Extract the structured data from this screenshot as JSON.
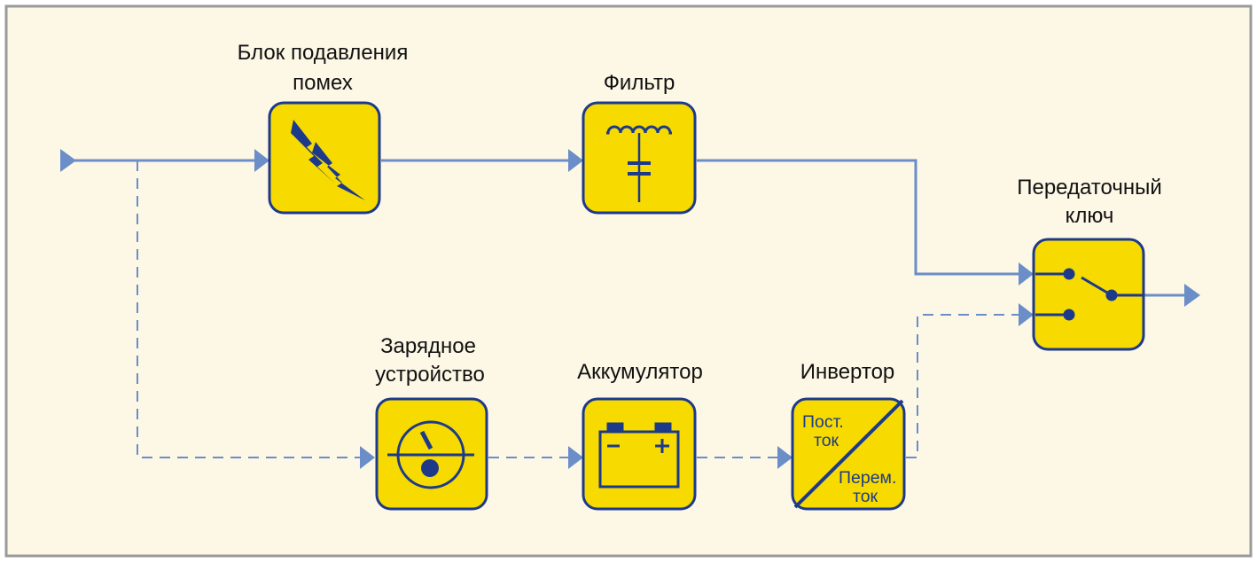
{
  "colors": {
    "background": "#fdf7e6",
    "frame": "#9a9a9a",
    "line": "#6b8ec8",
    "block_fill": "#f7da00",
    "block_stroke": "#1d3a8a",
    "icon": "#1d3a8a"
  },
  "blocks": {
    "suppressor": {
      "title_line1": "Блок подавления",
      "title_line2": "помех",
      "icon": "lightning-icon"
    },
    "filter": {
      "title": "Фильтр",
      "icon": "lc-filter-icon"
    },
    "charger": {
      "title_line1": "Зарядное",
      "title_line2": "устройство",
      "icon": "gauge-icon"
    },
    "battery": {
      "title": "Аккумулятор",
      "icon": "battery-icon"
    },
    "inverter": {
      "title": "Инвертор",
      "dc_line1": "Пост.",
      "dc_line2": "ток",
      "ac_line1": "Перем.",
      "ac_line2": "ток"
    },
    "transfer_switch": {
      "title_line1": "Передаточный",
      "title_line2": "ключ",
      "icon": "switch-icon"
    }
  }
}
